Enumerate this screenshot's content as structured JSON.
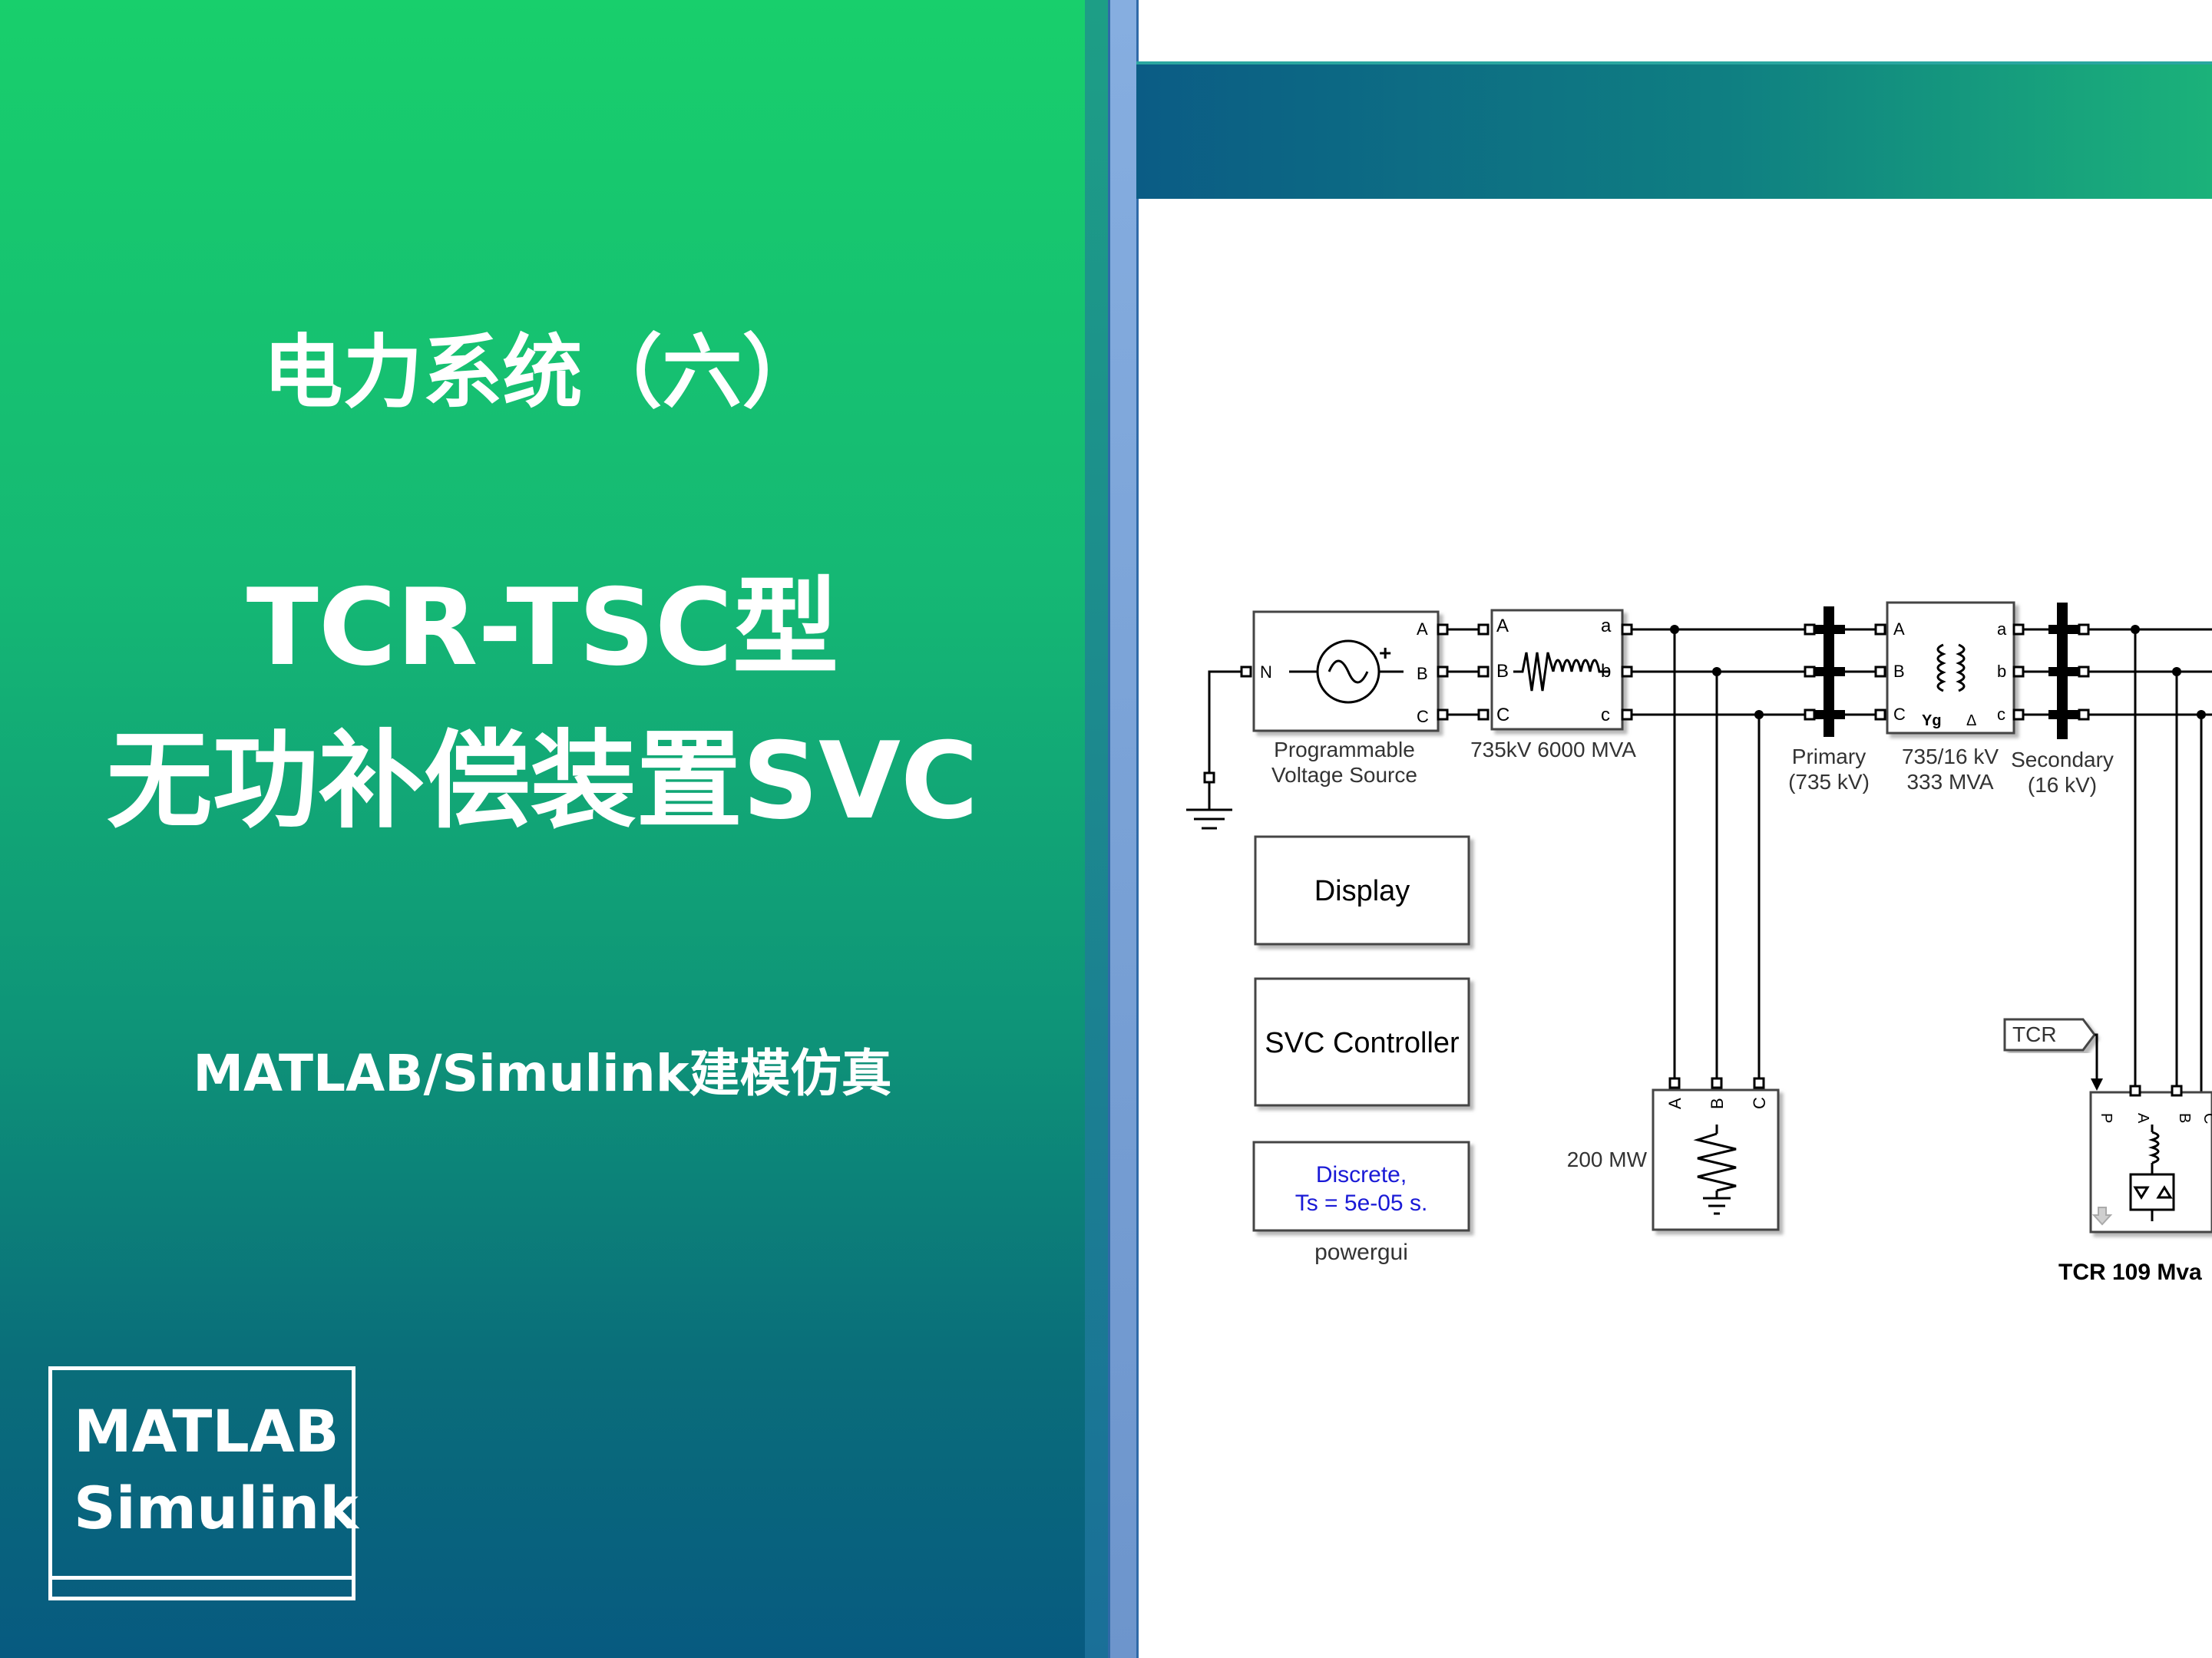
{
  "cover": {
    "series_title": "电力系统（六）",
    "main_title_line1": "TCR-TSC型",
    "main_title_line2": "无功补偿装置SVC",
    "subtitle": "MATLAB/Simulink建模仿真",
    "logo_line1": "MATLAB",
    "logo_line2": "Simulink"
  },
  "colors": {
    "gradient_top": "#18cf6c",
    "gradient_bottom": "#075a80",
    "banner": "#0b5c85"
  },
  "diagram": {
    "source": {
      "label_line1": "Programmable",
      "label_line2": "Voltage Source",
      "port_n": "N",
      "port_a": "A",
      "port_b": "B",
      "port_c": "C",
      "plus": "+"
    },
    "line_block": {
      "label": "735kV 6000 MVA",
      "in_a": "A",
      "in_b": "B",
      "in_c": "C",
      "out_a": "a",
      "out_b": "b",
      "out_c": "c"
    },
    "primary_bus": {
      "line1": "Primary",
      "line2": "(735 kV)"
    },
    "transformer": {
      "line1": "735/16 kV",
      "line2": "333 MVA",
      "in_a": "A",
      "in_b": "B",
      "in_c": "C",
      "out_a": "a",
      "out_b": "b",
      "out_c": "c",
      "wye": "Yg",
      "delta": "Δ"
    },
    "secondary_bus": {
      "line1": "Secondary",
      "line2": "(16 kV)"
    },
    "display_block": "Display",
    "svc_block": "SVC Controller",
    "powergui": {
      "line1": "Discrete,",
      "line2": "Ts = 5e-05 s.",
      "label": "powergui"
    },
    "load": {
      "label": "200 MW",
      "port_a": "A",
      "port_b": "B",
      "port_c": "C"
    },
    "tcr_goto": "TCR",
    "tcr_block": {
      "label": "TCR 109 Mva",
      "port_p": "P",
      "port_a": "A",
      "port_b": "B",
      "port_c": "C"
    }
  }
}
